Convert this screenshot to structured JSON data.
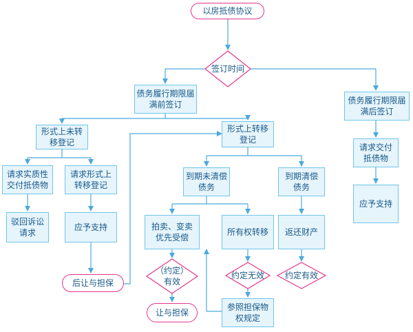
{
  "colors": {
    "box_fill": "#e6f4fb",
    "box_border": "#6ec6ea",
    "arrow": "#4aa9dc",
    "pink": "#e2358b",
    "text": "#1a5a8a"
  },
  "nodes": {
    "root": "以房抵债协议",
    "sign_time": "签订时间",
    "before_due": "债务履行期限届\n满前签订",
    "after_due": "债务履行期限届\n满后签订",
    "no_transfer_reg": "形式上未转\n移登记",
    "transfer_reg": "形式上转移\n登记",
    "req_actual_delivery": "请求实质性\n交付抵债物",
    "req_formal_transfer": "请求形式上\n转移登记",
    "reject_claim": "驳回诉讼\n请求",
    "support_left": "应予支持",
    "post_assign_guarantee": "后让与担保",
    "due_unpaid": "到期未清偿\n债务",
    "due_paid": "到期清偿\n债务",
    "auction_priority": "拍卖、变卖\n优先受偿",
    "ownership_transfer": "所有权转移",
    "return_property": "返还财产",
    "agreed_valid_left": "（约定）\n有效",
    "agreed_invalid": "约定无效",
    "agreed_valid_right": "约定有效",
    "assign_guarantee": "让与担保",
    "refer_security_law": "参照担保物\n权规定",
    "req_delivery_right": "请求交付\n抵债物",
    "support_right": "应予支持"
  }
}
